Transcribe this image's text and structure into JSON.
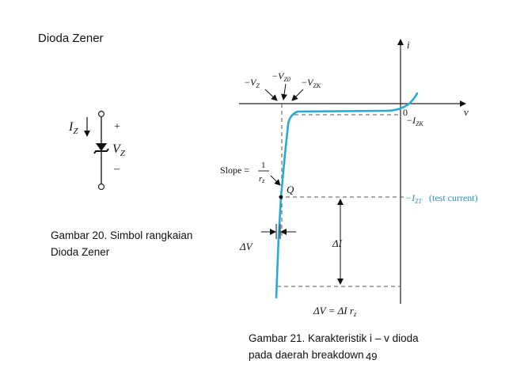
{
  "slide": {
    "title": "Dioda Zener",
    "caption_symbol": [
      "Gambar 20. Simbol rangkaian",
      "Dioda Zener"
    ],
    "caption_graph": [
      "Gambar 21. Karakteristik i – v dioda",
      "pada daerah  breakdown"
    ],
    "page_number": "49"
  },
  "symbol": {
    "current_label": "I",
    "current_sub": "Z",
    "plus": "+",
    "minus": "–",
    "voltage_label": "V",
    "voltage_sub": "Z"
  },
  "graph": {
    "axis_i": "i",
    "axis_v": "v",
    "origin": "0",
    "label_vz": "−V",
    "label_vz_sub": "Z",
    "label_vz0": "−V",
    "label_vz0_sub": "Z0",
    "label_vzk": "−V",
    "label_vzk_sub": "ZK",
    "label_izk": "−I",
    "label_izk_sub": "ZK",
    "label_izt": "−I",
    "label_izt_sub": "ZT",
    "label_test": "(test current)",
    "slope_text": "Slope =",
    "slope_num": "1",
    "slope_den": "r",
    "slope_den_sub": "z",
    "q_label": "Q",
    "delta_v": "ΔV",
    "delta_i": "ΔI",
    "eq_lhs": "ΔV = ΔI r",
    "eq_sub": "z",
    "curve_color": "#2aa8d8",
    "accent_color": "#2a8fbf"
  }
}
